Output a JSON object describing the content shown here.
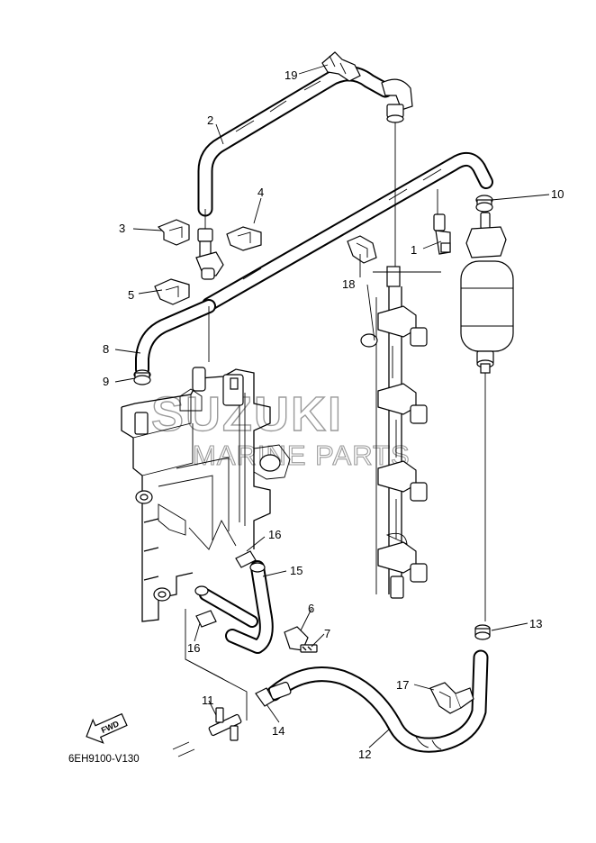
{
  "diagram_code": "6EH9100-V130",
  "forward_label": "FWD",
  "watermark": {
    "line1": "SUZUKI",
    "line2": "MARINE PARTS"
  },
  "callouts": {
    "c1": "1",
    "c2": "2",
    "c3": "3",
    "c4": "4",
    "c5": "5",
    "c6": "6",
    "c7": "7",
    "c8": "8",
    "c9": "9",
    "c10": "10",
    "c11": "11",
    "c12": "12",
    "c13": "13",
    "c14": "14",
    "c15": "15",
    "c16a": "16",
    "c16b": "16",
    "c17": "17",
    "c18": "18",
    "c19": "19"
  }
}
